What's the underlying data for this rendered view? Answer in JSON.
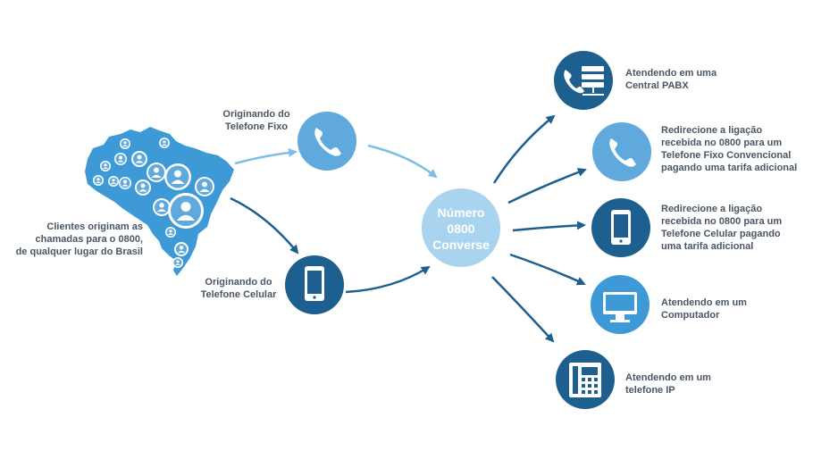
{
  "map_caption": [
    "Clientes originam as",
    "chamadas para o 0800,",
    "de qualquer lugar do Brasil"
  ],
  "origins": {
    "fixed": [
      "Originando do",
      "Telefone Fixo"
    ],
    "mobile": [
      "Originando do",
      "Telefone Celular"
    ]
  },
  "hub": {
    "line1": "Número",
    "line2": "0800",
    "line3": "Converse"
  },
  "destinations": [
    {
      "icon": "pabx-server-icon",
      "lines": [
        "Atendendo em uma",
        "Central PABX"
      ]
    },
    {
      "icon": "landline-phone-icon",
      "lines": [
        "Redirecione a ligação",
        "recebida no 0800 para um",
        "Telefone Fixo Convencional",
        "pagando uma tarifa adicional"
      ]
    },
    {
      "icon": "mobile-phone-icon",
      "lines": [
        "Redirecione a ligação",
        "recebida no 0800 para um",
        "Telefone Celular pagando",
        "uma tarifa adicional"
      ]
    },
    {
      "icon": "computer-monitor-icon",
      "lines": [
        "Atendendo em um",
        "Computador"
      ]
    },
    {
      "icon": "ip-phone-icon",
      "lines": [
        "Atendendo em um",
        "telefone IP"
      ]
    }
  ],
  "colors": {
    "dark_blue": "#1d5f8e",
    "light_blue": "#5fa9dc",
    "map_blue": "#3e9ad6",
    "hub": "#a9d4ef",
    "text": "#4a5663"
  }
}
